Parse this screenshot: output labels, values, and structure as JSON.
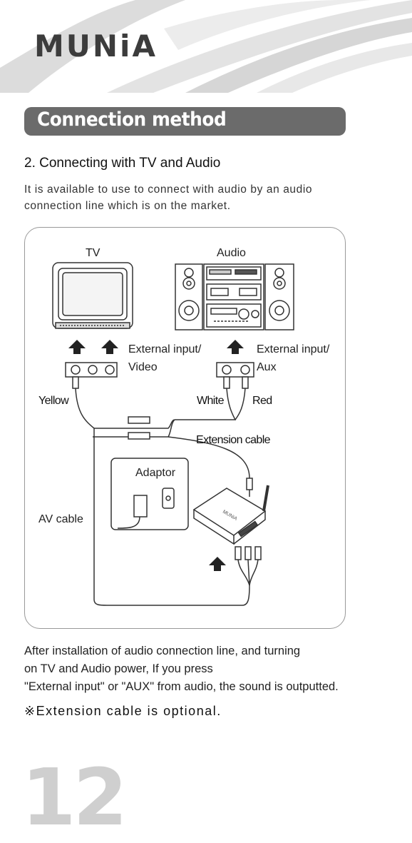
{
  "brand": {
    "logo_text": "MUNiA"
  },
  "section": {
    "title": "Connection method"
  },
  "subheading": "2. Connecting with TV and Audio",
  "intro": {
    "line1": "It is available to use to connect with audio by an audio",
    "line2": "connection line which is on the market."
  },
  "diagram": {
    "tv_label": "TV",
    "audio_label": "Audio",
    "external_input_video_line1": "External input/",
    "external_input_video_line2": "Video",
    "external_input_aux_line1": "External input/",
    "external_input_aux_line2": "Aux",
    "yellow_label": "Yellow",
    "white_label": "White",
    "red_label": "Red",
    "extension_cable_label": "Extension cable",
    "adaptor_label": "Adaptor",
    "av_cable_label": "AV cable",
    "device_brand": "MUNiA"
  },
  "footer": {
    "line1": "After installation of audio connection line, and turning",
    "line2": "on TV and Audio power, If you press",
    "line3": "\"External input\" or \"AUX\" from audio, the sound is outputted."
  },
  "note": "※Extension cable is optional.",
  "page_number": "12",
  "colors": {
    "banner": "#6b6b6b",
    "swoosh": "#d9d9d9",
    "page_number": "#cfcfcf"
  }
}
